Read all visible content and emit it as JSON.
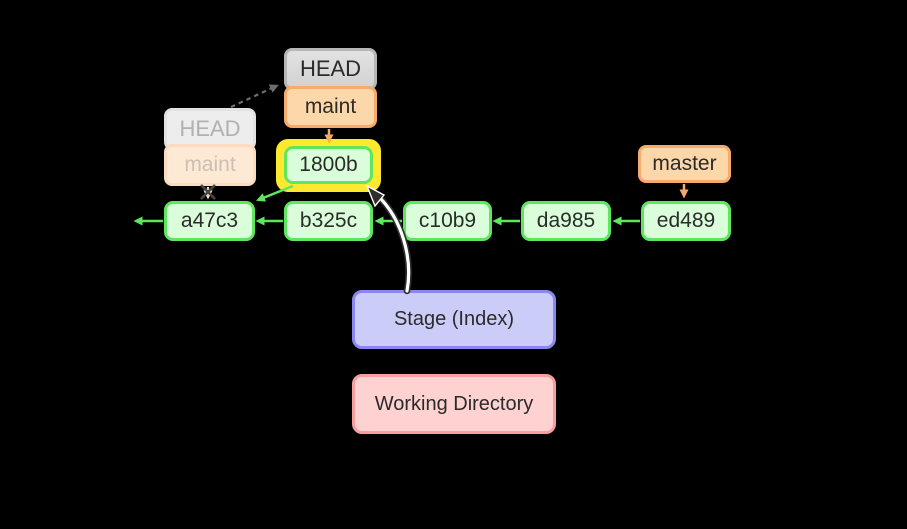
{
  "diagram": {
    "head_current": {
      "head_label": "HEAD",
      "branch_label": "maint"
    },
    "head_previous": {
      "head_label": "HEAD",
      "branch_label": "maint"
    },
    "branch_master": {
      "label": "master"
    },
    "commit_highlighted": {
      "id": "1800b"
    },
    "commits": [
      {
        "id": "a47c3"
      },
      {
        "id": "b325c"
      },
      {
        "id": "c10b9"
      },
      {
        "id": "da985"
      },
      {
        "id": "ed489"
      }
    ],
    "areas": {
      "stage": {
        "label": "Stage (Index)"
      },
      "working_directory": {
        "label": "Working Directory"
      }
    }
  },
  "colors": {
    "background": "#000000",
    "commit_border": "#5ee65e",
    "commit_fill": "#dafdda",
    "highlight_yellow": "#ffe92e",
    "branch_border": "#f4ab6b",
    "branch_fill": "#fcd7a9",
    "head_border": "#b6b6b6",
    "head_fill": "#dcdcdc",
    "stage_border": "#8888f0",
    "stage_fill": "#ccccf8",
    "working_border": "#f79f9f",
    "working_fill": "#ffd2d2",
    "arrow_green": "#5ee65e",
    "arrow_orange": "#f4a96b",
    "arrow_gray": "#6e6e6e",
    "curved_arrow_outline": "#2e2e2e",
    "curved_arrow_fill": "#ffffff"
  }
}
